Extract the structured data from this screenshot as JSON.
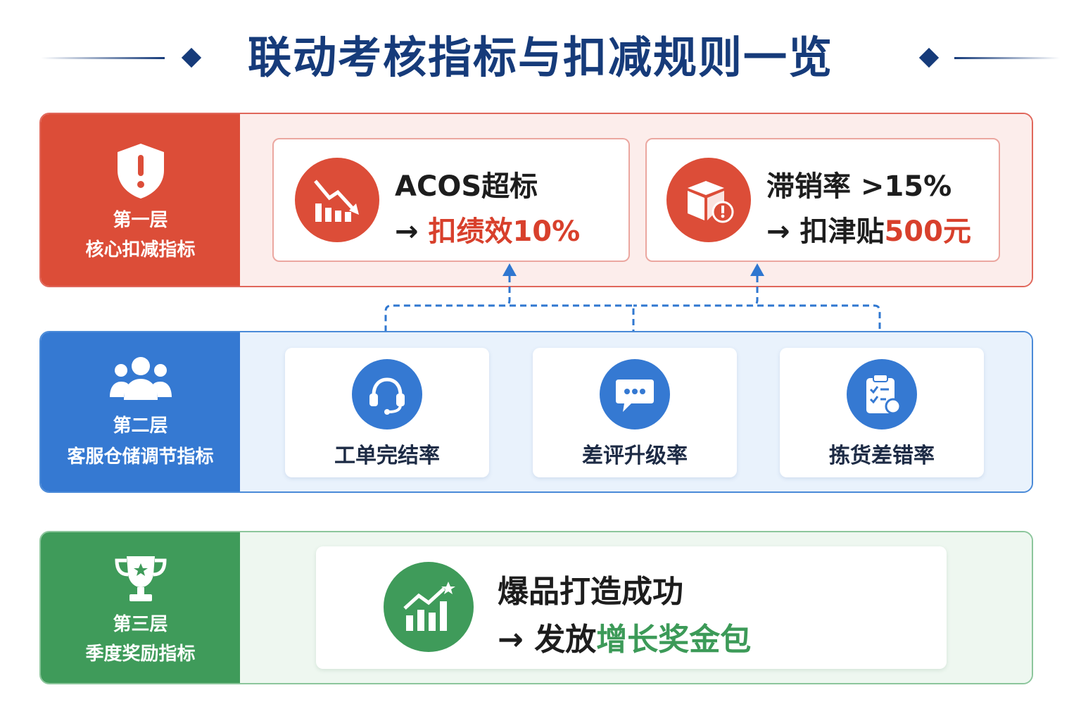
{
  "title": "联动考核指标与扣减规则一览",
  "colors": {
    "red": "#dc4d38",
    "blue": "#3579d2",
    "green": "#3f9b5a",
    "navy": "#163b7a"
  },
  "tiers": {
    "core": {
      "name": "第一层",
      "subtitle": "核心扣减指标",
      "icon": "shield-alert-icon",
      "cards": [
        {
          "icon": "declining-chart-icon",
          "line1": "ACOS超标",
          "arrow": "→",
          "action": "扣绩效",
          "value": "10%"
        },
        {
          "icon": "box-alert-icon",
          "line1": "滞销率 >15%",
          "arrow": "→",
          "action": "扣津贴",
          "value": "500元"
        }
      ]
    },
    "service": {
      "name": "第二层",
      "subtitle": "客服仓储调节指标",
      "icon": "team-icon",
      "cards": [
        {
          "icon": "headset-icon",
          "label": "工单完结率"
        },
        {
          "icon": "chat-bubble-icon",
          "label": "差评升级率"
        },
        {
          "icon": "clipboard-check-icon",
          "label": "拣货差错率"
        }
      ]
    },
    "reward": {
      "name": "第三层",
      "subtitle": "季度奖励指标",
      "icon": "trophy-icon",
      "card": {
        "icon": "growth-chart-icon",
        "line1": "爆品打造成功",
        "arrow": "→",
        "action": "发放",
        "value": "增长奖金包"
      }
    }
  }
}
